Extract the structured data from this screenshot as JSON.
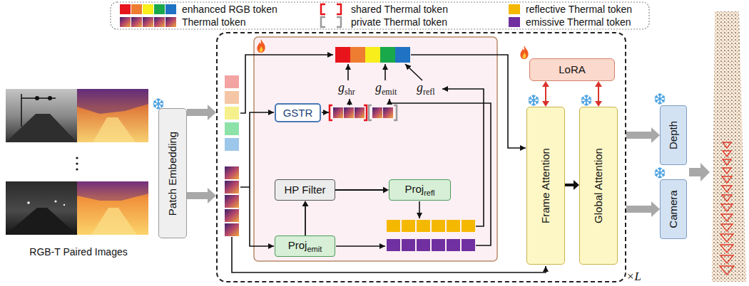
{
  "diagram": {
    "nodes": [
      {
        "text": [
          "RGB-T Paired Images"
        ]
      },
      {
        "text": [
          "Patch Embedding"
        ]
      },
      {
        "text": [
          "×L"
        ]
      },
      {
        "text": [
          "GSTR"
        ],
        "in": 2
      },
      {
        "text": [
          "HP Filter"
        ],
        "in": 2
      },
      {
        "text": [
          "Proj",
          "refl"
        ],
        "in": 2
      },
      {
        "text": [
          "Proj",
          "emit"
        ],
        "in": 2
      },
      {
        "text": [
          "LoRA"
        ],
        "in": 2
      },
      {
        "text": [
          "Frame Attention"
        ],
        "in": 2
      },
      {
        "text": [
          "Global Attention"
        ],
        "in": 2
      },
      {
        "text": [
          "Depth"
        ]
      },
      {
        "text": [
          "Camera"
        ]
      }
    ],
    "edges": [
      {
        "from": 1,
        "to": 2,
        "arrow": "to"
      },
      {
        "from": 1,
        "to": 2,
        "arrow": "to"
      },
      {
        "from": 6,
        "to": 4,
        "arrow": "to"
      },
      {
        "from": 4,
        "to": 5,
        "arrow": "to"
      },
      {
        "from": 8,
        "to": 7,
        "arrow": "both"
      },
      {
        "from": 9,
        "to": 7,
        "arrow": "both"
      },
      {
        "from": 8,
        "to": 9,
        "arrow": "to"
      },
      {
        "from": 2,
        "to": 10,
        "arrow": "to"
      },
      {
        "from": 2,
        "to": 11,
        "arrow": "to"
      }
    ],
    "labels": [
      "g",
      "shr",
      "g",
      "emit",
      "g",
      "refl"
    ],
    "legend": [
      {
        "text": "enhanced RGB token"
      },
      {
        "text": "shared Thermal token"
      },
      {
        "text": "reflective Thermal token",
        "color": "#f5b800"
      },
      {
        "text": "Thermal token"
      },
      {
        "text": "private Thermal token"
      },
      {
        "text": "emissive Thermal token",
        "color": "#7030a0"
      }
    ]
  }
}
